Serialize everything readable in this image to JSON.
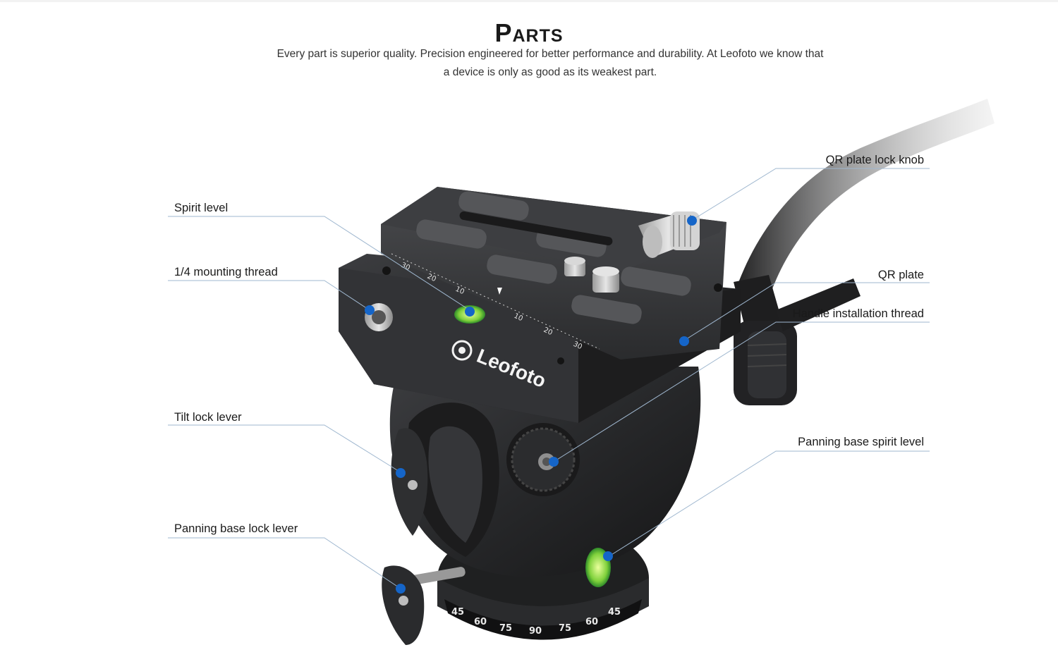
{
  "header": {
    "title": "Parts",
    "subtitle": "Every part is superior quality. Precision engineered for better performance and durability. At Leofoto we know that a device is only as good as its weakest part."
  },
  "product": {
    "brand": "Leofoto",
    "scale_marks": [
      "30",
      "20",
      "10",
      "10",
      "20",
      "30"
    ],
    "pan_marks": [
      "45",
      "60",
      "75",
      "90",
      "75",
      "60",
      "45"
    ]
  },
  "callouts": {
    "left": [
      {
        "id": "spirit-level",
        "label": "Spirit level"
      },
      {
        "id": "mounting-thread",
        "label": "1/4 mounting thread"
      },
      {
        "id": "tilt-lock-lever",
        "label": "Tilt lock lever"
      },
      {
        "id": "panning-base-lock-lever",
        "label": "Panning base lock lever"
      }
    ],
    "right": [
      {
        "id": "qr-plate-lock-knob",
        "label": "QR plate lock knob"
      },
      {
        "id": "qr-plate",
        "label": "QR plate"
      },
      {
        "id": "handle-installation-thread",
        "label": "Handle installation thread"
      },
      {
        "id": "panning-base-spirit-level",
        "label": "Panning base spirit level"
      }
    ]
  },
  "colors": {
    "marker": "#1565c8",
    "leader": "#9fb7cf",
    "metal": "#2b2c2e"
  }
}
